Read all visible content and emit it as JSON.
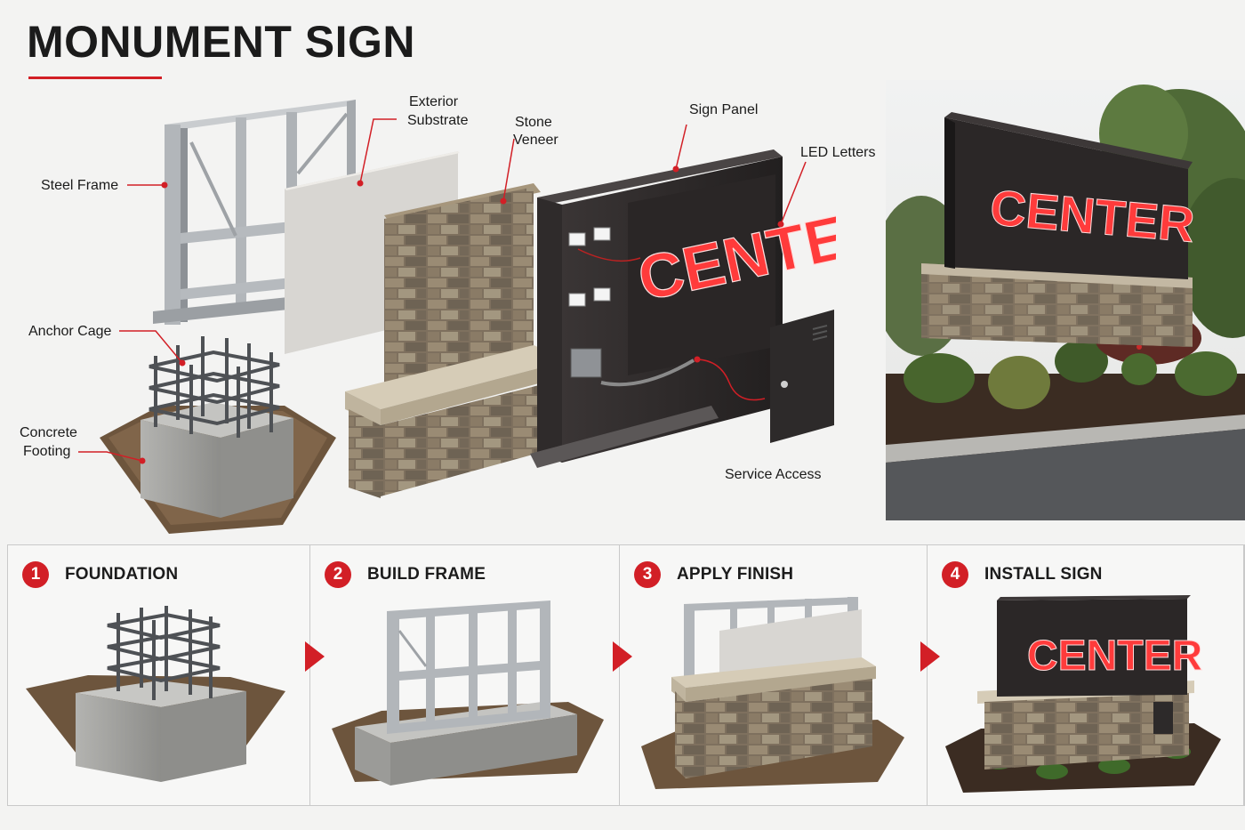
{
  "title": "MONUMENT SIGN",
  "callouts": {
    "steel_frame": "Steel Frame",
    "exterior_substrate_1": "Exterior",
    "exterior_substrate_2": "Substrate",
    "stone_veneer_1": "Stone",
    "stone_veneer_2": "Veneer",
    "sign_panel": "Sign Panel",
    "led_letters": "LED Letters",
    "anchor_cage": "Anchor Cage",
    "concrete_footing_1": "Concrete",
    "concrete_footing_2": "Footing",
    "service_access": "Service Access"
  },
  "sign_text": "CENTER",
  "steps": [
    {
      "number": "1",
      "label": "FOUNDATION"
    },
    {
      "number": "2",
      "label": "BUILD FRAME"
    },
    {
      "number": "3",
      "label": "APPLY FINISH"
    },
    {
      "number": "4",
      "label": "INSTALL SIGN"
    }
  ],
  "colors": {
    "accent": "#d21f26",
    "led": "#ff3b3b",
    "panel": "#2b2727",
    "steel": "#a9adb1",
    "concrete": "#9d9d9a",
    "stone": "#857764"
  }
}
